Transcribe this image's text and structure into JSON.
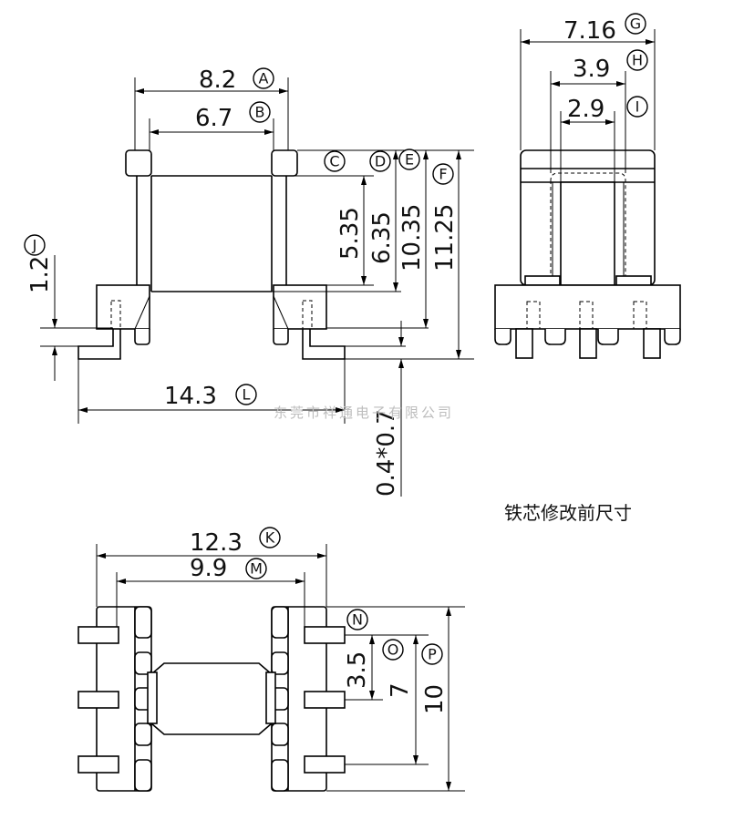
{
  "dimensions": [
    {
      "id": "A",
      "value": "8.2"
    },
    {
      "id": "B",
      "value": "6.7"
    },
    {
      "id": "C",
      "value": ""
    },
    {
      "id": "D",
      "value": ""
    },
    {
      "id": "E",
      "value": ""
    },
    {
      "id": "F",
      "value": "11.25"
    },
    {
      "id": "G",
      "value": "7.16"
    },
    {
      "id": "H",
      "value": "3.9"
    },
    {
      "id": "I",
      "value": "2.9"
    },
    {
      "id": "J",
      "value": "1.2"
    },
    {
      "id": "K",
      "value": "12.3"
    },
    {
      "id": "L",
      "value": "14.3"
    },
    {
      "id": "M",
      "value": "9.9"
    },
    {
      "id": "N",
      "value": ""
    },
    {
      "id": "O",
      "value": "3.5"
    },
    {
      "id": "P",
      "value": "10"
    }
  ],
  "unlettered_dims": {
    "d535": "5.35",
    "d635": "6.35",
    "d1035": "10.35",
    "d7": "7",
    "pin": "0.4*0.7"
  },
  "watermark": "东莞市祥通电子有限公司",
  "note": "铁芯修改前尺寸"
}
